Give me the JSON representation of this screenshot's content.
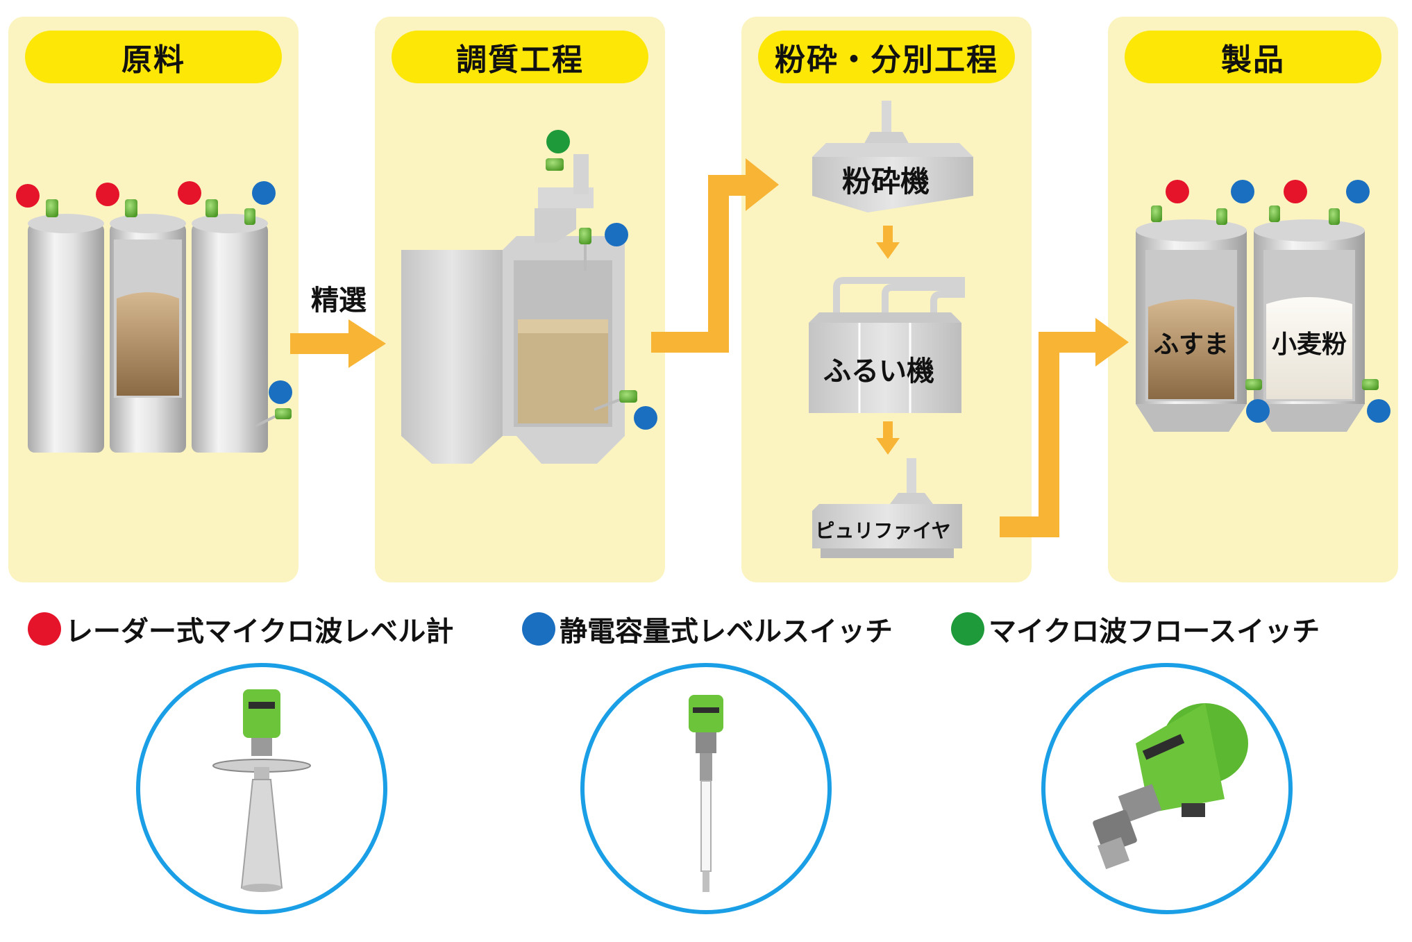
{
  "stages": [
    {
      "title": "原料"
    },
    {
      "title": "調質工程"
    },
    {
      "title": "粉砕・分別工程"
    },
    {
      "title": "製品"
    }
  ],
  "flow": {
    "sort_label": "精選",
    "crusher_label": "粉砕機",
    "sifter_label": "ふるい機",
    "purifier_label": "ピュリファイヤ"
  },
  "products": {
    "bran_label": "ふすま",
    "flour_label": "小麦粉"
  },
  "legend": [
    {
      "color": "#e5142a",
      "label": "レーダー式マイクロ波レベル計"
    },
    {
      "color": "#1b6fc1",
      "label": "静電容量式レベルスイッチ"
    },
    {
      "color": "#1e9a3a",
      "label": "マイクロ波フロースイッチ"
    }
  ],
  "colors": {
    "panel": "#fbf4c1",
    "pill": "#fde707",
    "arrow": "#f8b535",
    "red": "#e5142a",
    "blue": "#1b6fc1",
    "green": "#1e9a3a",
    "sensor": "#6cc43a",
    "photo_ring": "#1a9fe6"
  },
  "photos": [
    {
      "icon": "radar-level-meter-photo"
    },
    {
      "icon": "capacitance-level-switch-photo"
    },
    {
      "icon": "microwave-flow-switch-photo"
    }
  ]
}
